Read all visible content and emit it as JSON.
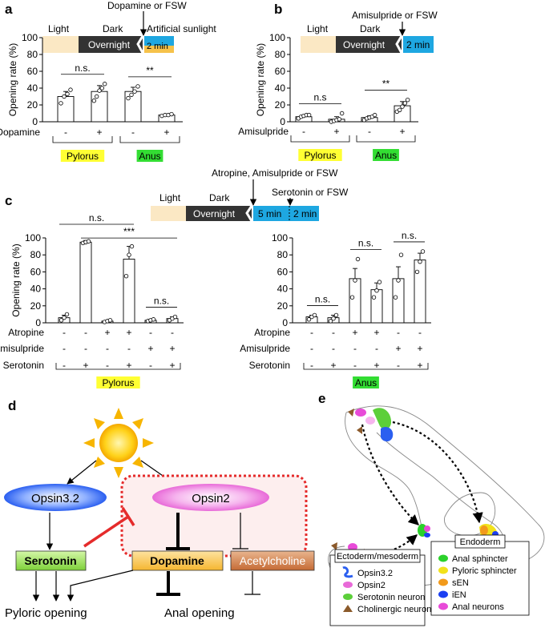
{
  "panel_letters": {
    "a": "a",
    "b": "b",
    "c": "c",
    "d": "d",
    "e": "e"
  },
  "colors": {
    "light_phase": "#fbe8c4",
    "dark_phase": "#333333",
    "sunlight": "#f6c24a",
    "stim": "#1ea7e1",
    "pylorus_hl": "#ffff33",
    "anus_hl": "#33dd33"
  },
  "timelines": {
    "a": {
      "light": "Light",
      "dark": "Dark",
      "overnight": "Overnight",
      "stim": "2 min",
      "top": "Dopamine or FSW",
      "side": "Artificial sunlight"
    },
    "b": {
      "light": "Light",
      "dark": "Dark",
      "overnight": "Overnight",
      "stim": "2 min",
      "top": "Amisulpride or FSW"
    },
    "c": {
      "light": "Light",
      "dark": "Dark",
      "overnight": "Overnight",
      "stim1": "5 min",
      "stim2": "2 min",
      "top": "Atropine, Amisulpride or FSW",
      "top2": "Serotonin or FSW"
    }
  },
  "common": {
    "ylabel": "Opening rate (%)",
    "plus": "+",
    "minus": "-"
  },
  "chart_data": [
    {
      "type": "bar",
      "panel": "a",
      "ylabel": "Opening rate (%)",
      "ylim": [
        0,
        100
      ],
      "yticks": [
        0,
        20,
        40,
        60,
        80,
        100
      ],
      "condition_rows": [
        {
          "label": "Dopamine",
          "values": [
            "-",
            "+",
            "-",
            "+"
          ]
        }
      ],
      "groups": [
        {
          "label": "Pylorus",
          "bars": [
            0,
            1
          ]
        },
        {
          "label": "Anus",
          "bars": [
            2,
            3
          ]
        }
      ],
      "values": [
        30,
        36,
        36,
        8
      ],
      "errors": [
        6,
        7,
        5,
        1
      ],
      "points": [
        [
          22,
          30,
          33,
          38
        ],
        [
          25,
          30,
          37,
          40,
          45
        ],
        [
          28,
          32,
          36,
          42
        ],
        [
          7,
          8,
          8,
          9
        ]
      ],
      "significance": [
        {
          "from": 0,
          "to": 1,
          "label": "n.s."
        },
        {
          "from": 2,
          "to": 3,
          "label": "**"
        }
      ]
    },
    {
      "type": "bar",
      "panel": "b",
      "ylabel": "Opening rate (%)",
      "ylim": [
        0,
        100
      ],
      "yticks": [
        0,
        20,
        40,
        60,
        80,
        100
      ],
      "condition_rows": [
        {
          "label": "Amisulpride",
          "values": [
            "-",
            "+",
            "-",
            "+"
          ]
        }
      ],
      "groups": [
        {
          "label": "Pylorus",
          "bars": [
            0,
            1
          ]
        },
        {
          "label": "Anus",
          "bars": [
            2,
            3
          ]
        }
      ],
      "values": [
        6,
        3,
        5,
        19
      ],
      "errors": [
        2,
        3,
        2,
        5
      ],
      "points": [
        [
          4,
          6,
          7,
          8,
          8
        ],
        [
          0,
          1,
          2,
          3,
          10
        ],
        [
          2,
          4,
          5,
          6,
          8
        ],
        [
          12,
          14,
          18,
          22,
          26
        ]
      ],
      "significance": [
        {
          "from": 0,
          "to": 1,
          "label": "n.s"
        },
        {
          "from": 2,
          "to": 3,
          "label": "**"
        }
      ]
    },
    {
      "type": "bar",
      "panel": "c-pylorus",
      "ylabel": "Opening rate (%)",
      "ylim": [
        0,
        100
      ],
      "yticks": [
        0,
        20,
        40,
        60,
        80,
        100
      ],
      "condition_rows": [
        {
          "label": "Atropine",
          "values": [
            "-",
            "-",
            "+",
            "+",
            "-",
            "-"
          ]
        },
        {
          "label": "Amisulpride",
          "values": [
            "-",
            "-",
            "-",
            "-",
            "+",
            "+"
          ]
        },
        {
          "label": "Serotonin",
          "values": [
            "-",
            "+",
            "-",
            "+",
            "-",
            "+"
          ]
        }
      ],
      "group_label": "Pylorus",
      "values": [
        6,
        95,
        2,
        75,
        3,
        5
      ],
      "errors": [
        3,
        2,
        1,
        15,
        1,
        2
      ],
      "points": [
        [
          3,
          6,
          10
        ],
        [
          94,
          95,
          96
        ],
        [
          1,
          2,
          3
        ],
        [
          55,
          80,
          90
        ],
        [
          2,
          3,
          4
        ],
        [
          3,
          5,
          7
        ]
      ],
      "significance": [
        {
          "from": 0,
          "to": 3,
          "label": "n.s."
        },
        {
          "from": 1,
          "to": 5,
          "label": "***"
        },
        {
          "from": 4,
          "to": 5,
          "label": "n.s."
        }
      ]
    },
    {
      "type": "bar",
      "panel": "c-anus",
      "ylim": [
        0,
        100
      ],
      "yticks": [
        0,
        20,
        40,
        60,
        80,
        100
      ],
      "condition_rows": [
        {
          "label": "Atropine",
          "values": [
            "-",
            "-",
            "+",
            "+",
            "-",
            "-"
          ]
        },
        {
          "label": "Amisulpride",
          "values": [
            "-",
            "-",
            "-",
            "-",
            "+",
            "+"
          ]
        },
        {
          "label": "Serotonin",
          "values": [
            "-",
            "+",
            "-",
            "+",
            "-",
            "+"
          ]
        }
      ],
      "group_label": "Anus",
      "values": [
        7,
        6,
        52,
        39,
        52,
        74
      ],
      "errors": [
        2,
        3,
        12,
        8,
        14,
        8
      ],
      "points": [
        [
          4,
          7,
          9
        ],
        [
          2,
          5,
          9
        ],
        [
          30,
          50,
          75
        ],
        [
          30,
          38,
          48
        ],
        [
          30,
          50,
          80
        ],
        [
          60,
          72,
          84
        ]
      ],
      "significance": [
        {
          "from": 0,
          "to": 1,
          "label": "n.s."
        },
        {
          "from": 2,
          "to": 3,
          "label": "n.s."
        },
        {
          "from": 4,
          "to": 5,
          "label": "n.s."
        }
      ]
    }
  ],
  "diagram": {
    "opsin32": "Opsin3.2",
    "opsin2": "Opsin2",
    "serotonin": "Serotonin",
    "dopamine": "Dopamine",
    "acetylcholine": "Acetylcholine",
    "pyloric": "Pyloric opening",
    "anal": "Anal opening",
    "colors": {
      "opsin32": "#2b5ff0",
      "opsin2": "#e86ad8",
      "serotonin": "#7ed13a",
      "dopamine": "#f5b630",
      "acetylcholine": "#c56a35",
      "inhibit": "#e52b2b"
    }
  },
  "legend": {
    "ecto_title": "Ectoderm/mesoderm",
    "ecto_items": [
      {
        "label": "Opsin3.2",
        "color": "#2b5ff0"
      },
      {
        "label": "Opsin2",
        "color": "#e86ad8"
      },
      {
        "label": "Serotonin neuron",
        "color": "#5ccf3a"
      },
      {
        "label": "Cholinergic neuron",
        "color": "#8b5a2b"
      }
    ],
    "endo_title": "Endoderm",
    "endo_items": [
      {
        "label": "Anal sphincter",
        "color": "#2bd12b"
      },
      {
        "label": "Pyloric sphincter",
        "color": "#f2e21b"
      },
      {
        "label": "sEN",
        "color": "#f29a1b"
      },
      {
        "label": "iEN",
        "color": "#1b3ff2"
      },
      {
        "label": "Anal neurons",
        "color": "#e84ad8"
      }
    ]
  }
}
